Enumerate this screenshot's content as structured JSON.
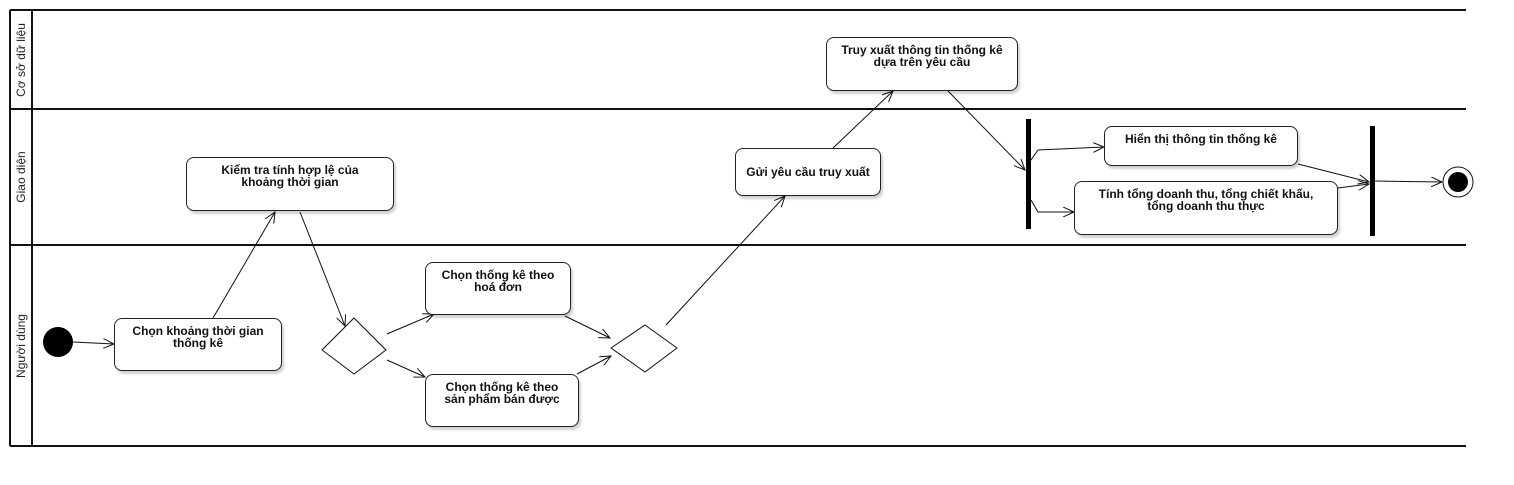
{
  "lanes": [
    {
      "label": "Cơ sở dữ liệu"
    },
    {
      "label": "Giao diện"
    },
    {
      "label": "Người dùng"
    }
  ],
  "actions": {
    "select_period": "Chọn khoảng thời gian\nthống kê",
    "validate_period": "Kiểm tra tính hợp lệ của\nkhoảng thời gian",
    "by_invoice": "Chọn thống kê theo\nhoá đơn",
    "by_product": "Chọn thống kê theo\nsản phẩm bán được",
    "send_request": "Gửi yêu cầu truy xuất",
    "retrieve_info": "Truy xuất thông tin thống kê\ndựa trên yêu cầu",
    "display_info": "Hiển thị thông tin thống kê",
    "compute_totals": "Tính tổng doanh thu, tổng chiết  khấu,\ntổng doanh thu thực"
  }
}
